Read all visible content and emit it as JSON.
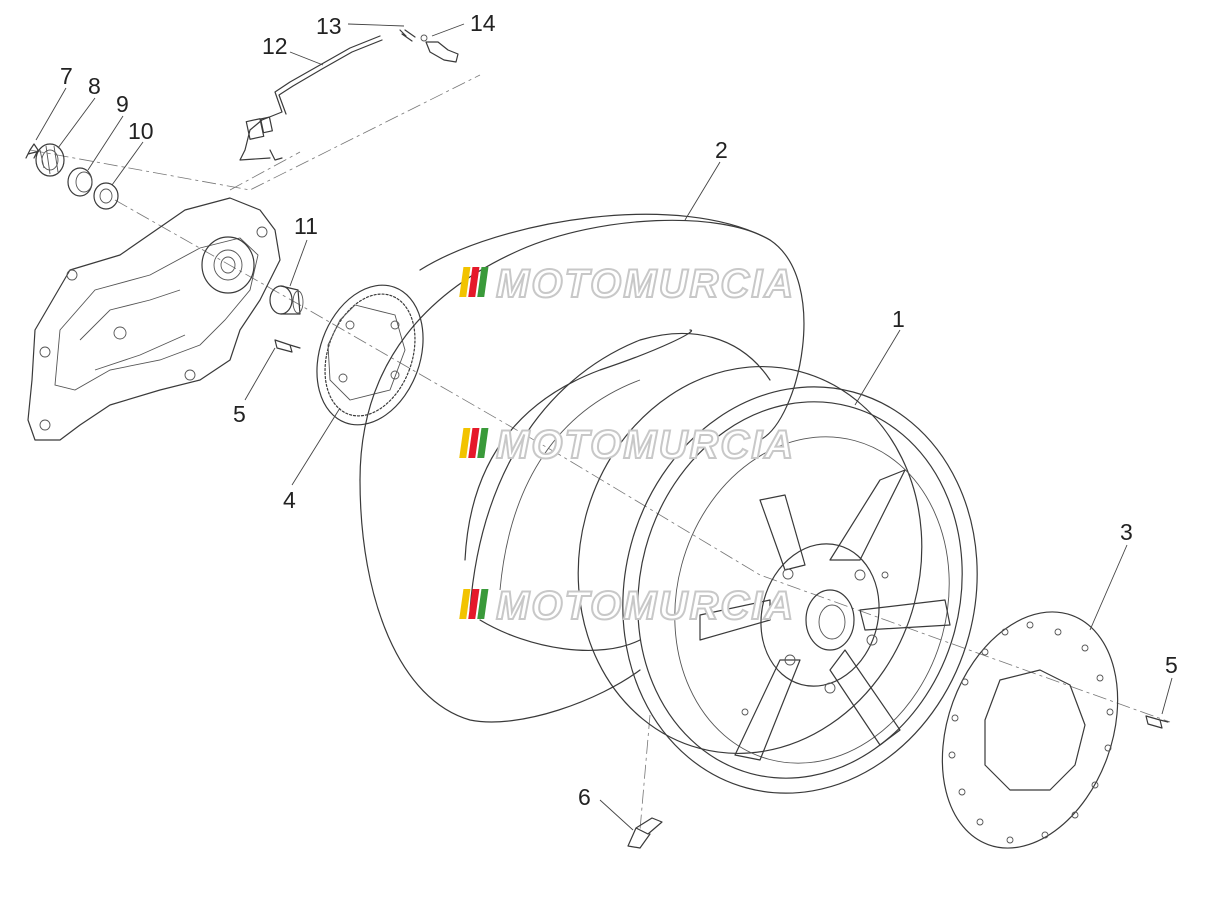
{
  "callouts": [
    {
      "id": "1",
      "label": "1"
    },
    {
      "id": "2",
      "label": "2"
    },
    {
      "id": "3",
      "label": "3"
    },
    {
      "id": "4",
      "label": "4"
    },
    {
      "id": "5a",
      "label": "5"
    },
    {
      "id": "5b",
      "label": "5"
    },
    {
      "id": "6",
      "label": "6"
    },
    {
      "id": "7",
      "label": "7"
    },
    {
      "id": "8",
      "label": "8"
    },
    {
      "id": "9",
      "label": "9"
    },
    {
      "id": "10",
      "label": "10"
    },
    {
      "id": "11",
      "label": "11"
    },
    {
      "id": "12",
      "label": "12"
    },
    {
      "id": "13",
      "label": "13"
    },
    {
      "id": "14",
      "label": "14"
    }
  ],
  "watermark": {
    "text": "MOTOMURCIA",
    "colors": [
      "#f2c300",
      "#e5192a",
      "#3a9a3a"
    ]
  }
}
